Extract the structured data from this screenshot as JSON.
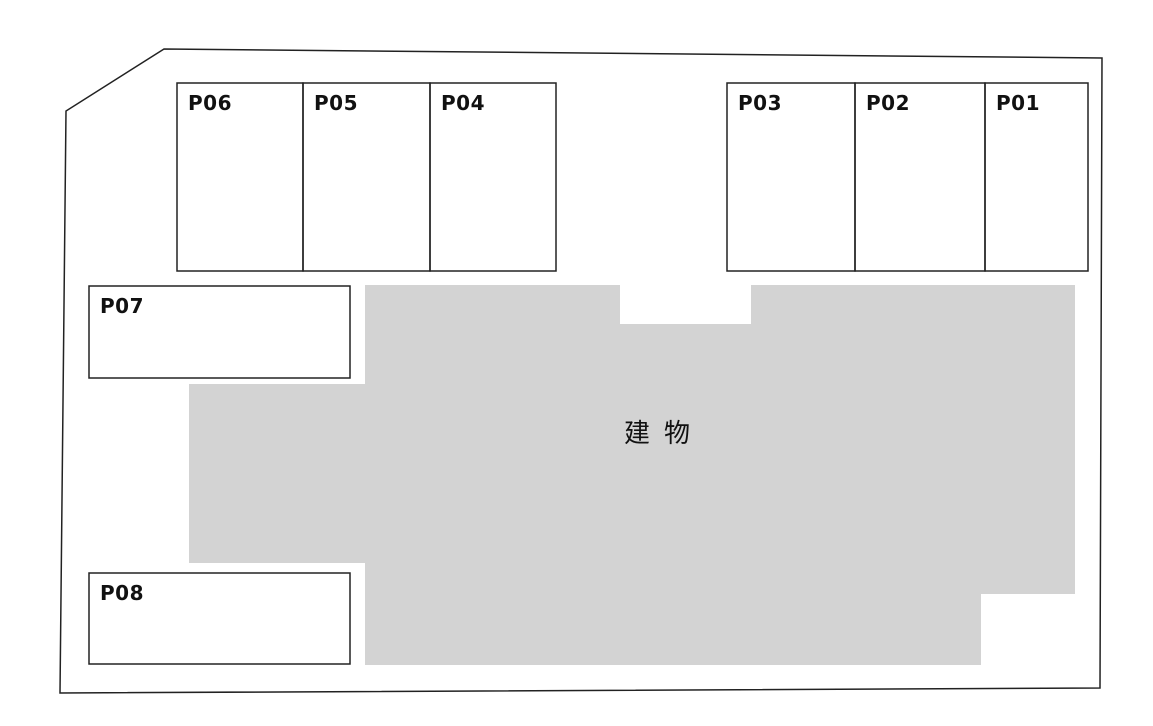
{
  "lot": {
    "outline_color": "#222222",
    "background_color": "#ffffff"
  },
  "building": {
    "label": "建物",
    "fill_color": "#d3d3d3"
  },
  "spaces": [
    {
      "id": "P01",
      "label": "P01"
    },
    {
      "id": "P02",
      "label": "P02"
    },
    {
      "id": "P03",
      "label": "P03"
    },
    {
      "id": "P04",
      "label": "P04"
    },
    {
      "id": "P05",
      "label": "P05"
    },
    {
      "id": "P06",
      "label": "P06"
    },
    {
      "id": "P07",
      "label": "P07"
    },
    {
      "id": "P08",
      "label": "P08"
    }
  ]
}
